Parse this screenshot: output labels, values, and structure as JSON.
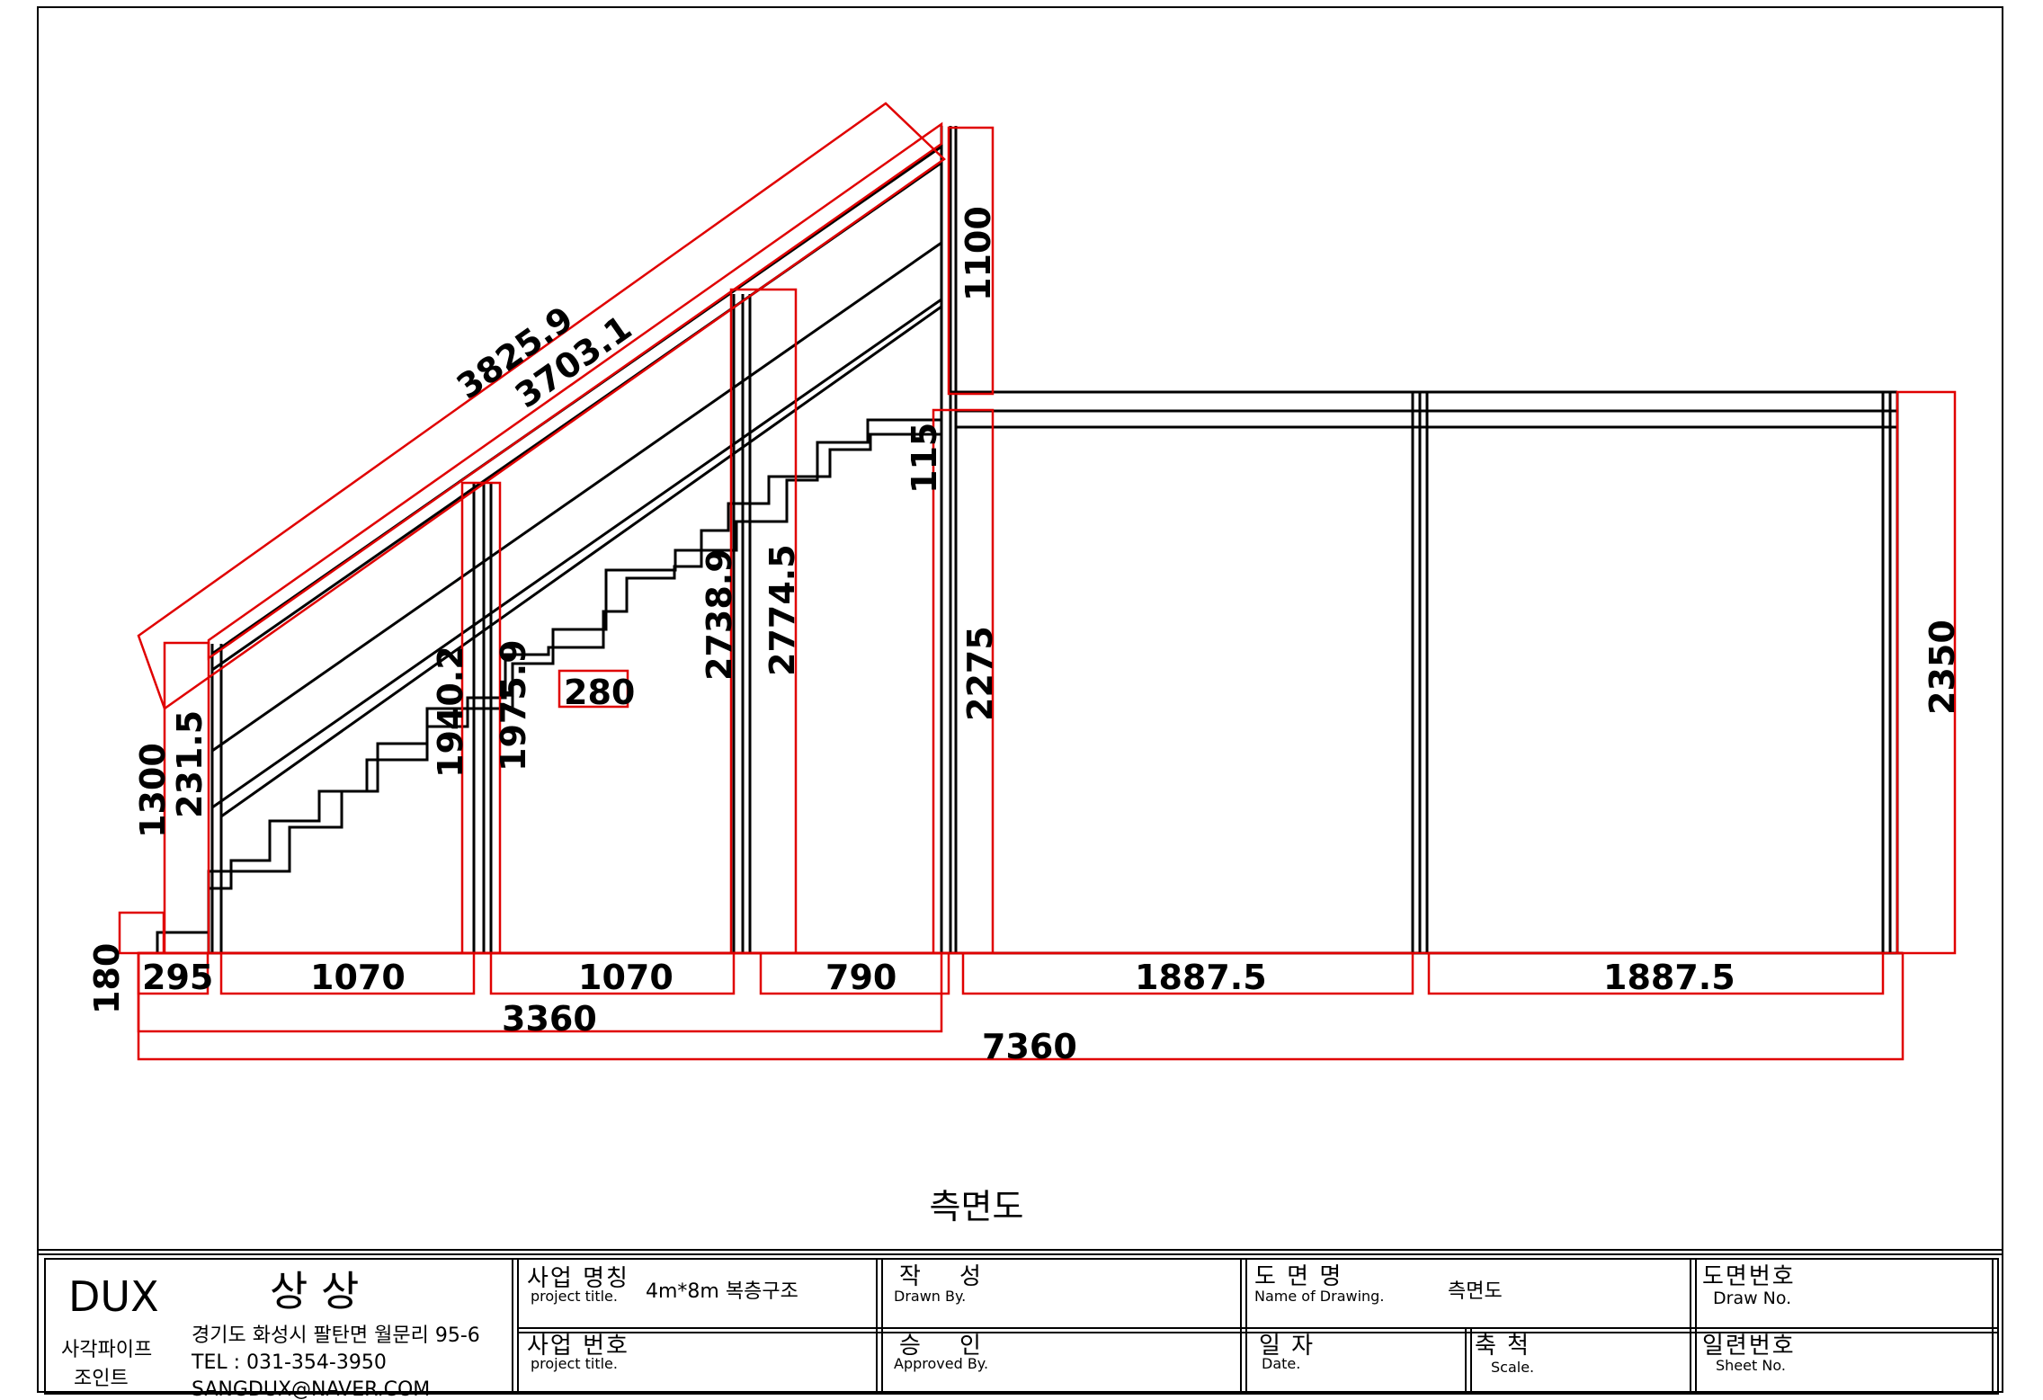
{
  "drawing": {
    "caption": "측면도",
    "dimensions": {
      "d3825": "3825.9",
      "d3703": "3703.1",
      "d1100": "1100",
      "d115": "115",
      "d2738": "2738.9",
      "d2774": "2774.5",
      "d2275": "2275",
      "d2350": "2350",
      "d1940": "1940.2",
      "d1975": "1975.9",
      "d280": "280",
      "d1300": "1300",
      "d231": "231.5",
      "d180": "180",
      "d295": "295",
      "d1070a": "1070",
      "d1070b": "1070",
      "d790": "790",
      "d1887a": "1887.5",
      "d1887b": "1887.5",
      "d3360": "3360",
      "d7360": "7360"
    },
    "colors": {
      "structure": "#000000",
      "dimension": "#e00000"
    }
  },
  "title_block": {
    "company": "DUX",
    "brand": "상 상",
    "product_line1": "사각파이프",
    "product_line2": "조인트",
    "address": "경기도 화성시 팔탄면 월문리 95-6",
    "tel": "TEL : 031-354-3950",
    "email": "SANGDUX@NAVER.COM",
    "project_name_label": "사업 명칭",
    "project_name_sub": "project title.",
    "project_name_value": "4m*8m 복층구조",
    "project_no_label": "사업 번호",
    "project_no_sub": "project title.",
    "drawn_label": "작    성",
    "drawn_sub": "Drawn By.",
    "approved_label": "승    인",
    "approved_sub": "Approved By.",
    "drawing_name_label": "도 면 명",
    "drawing_name_sub": "Name of Drawing.",
    "drawing_name_value": "측면도",
    "date_label": "일 자",
    "date_sub": "Date.",
    "scale_label": "축 척",
    "scale_sub": "Scale.",
    "draw_no_label": "도면번호",
    "draw_no_sub": "Draw No.",
    "sheet_no_label": "일련번호",
    "sheet_no_sub": "Sheet No."
  }
}
